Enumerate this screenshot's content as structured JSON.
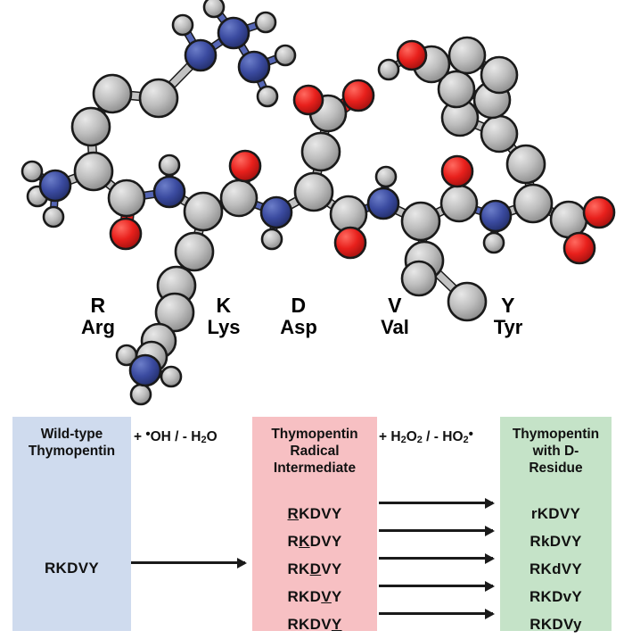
{
  "molecule": {
    "name": "thymopentin-ball-and-stick-model",
    "description": "Ball-and-stick molecular model of the pentapeptide thymopentin",
    "atom_colors": {
      "carbon": "#b3b3b3",
      "nitrogen": "#3b4ba0",
      "oxygen": "#e8201c",
      "hydrogen": "#b3b3b3",
      "outline": "#1a1a1a"
    },
    "residue_labels": [
      {
        "code": "R",
        "name": "Arg"
      },
      {
        "code": "K",
        "name": "Lys"
      },
      {
        "code": "D",
        "name": "Asp"
      },
      {
        "code": "V",
        "name": "Val"
      },
      {
        "code": "Y",
        "name": "Tyr"
      }
    ]
  },
  "scheme": {
    "wildtype": {
      "title": "Wild-type\nThymopentin",
      "title_lines": [
        "Wild-type",
        "Thymopentin"
      ],
      "sequence": "RKDVY",
      "color": "#cfdbee"
    },
    "radical": {
      "title_lines": [
        "Thymopentin",
        "Radical",
        "Intermediate"
      ],
      "color": "#f7c0c3",
      "sequences": [
        {
          "prefix": "",
          "marked": "R",
          "suffix": "KDVY"
        },
        {
          "prefix": "R",
          "marked": "K",
          "suffix": "DVY"
        },
        {
          "prefix": "RK",
          "marked": "D",
          "suffix": "VY"
        },
        {
          "prefix": "RKD",
          "marked": "V",
          "suffix": "Y"
        },
        {
          "prefix": "RKDV",
          "marked": "Y",
          "suffix": ""
        }
      ]
    },
    "dresidue": {
      "title_lines": [
        "Thymopentin",
        "with D-",
        "Residue"
      ],
      "color": "#c5e3c8",
      "sequences": [
        "rKDVY",
        "RkDVY",
        "RKdVY",
        "RKDvY",
        "RKDVy"
      ]
    },
    "conditions": [
      {
        "plus": "+ ",
        "radical_species": "OH",
        "divider": " / - ",
        "removed": "H",
        "removed_sub": "2",
        "removed_tail": "O"
      },
      {
        "plus": "+ ",
        "added": "H",
        "added_sub1": "2",
        "added_mid": "O",
        "added_sub2": "2",
        "divider": " / - ",
        "removed": "HO",
        "removed_sub": "2"
      }
    ],
    "condition_1_text": "+ ·OH / - H2O",
    "condition_2_text": "+ H2O2 / - HO2·",
    "arrow_color": "#1a1a1a",
    "arrow_count_step2": 5
  }
}
